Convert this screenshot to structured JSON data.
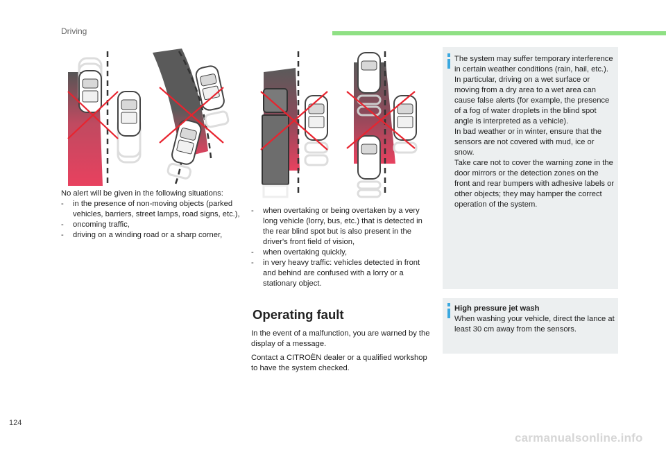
{
  "header": {
    "section": "Driving",
    "accent_color": "#8fe084"
  },
  "figures": {
    "fig1": {
      "illustration": "blind-spot-no-alert-situations"
    },
    "fig2": {
      "illustration": "blind-spot-overtaking-situations"
    },
    "colors": {
      "zone": "#e8415f",
      "road": "#5f5f5f",
      "cross": "#e8242f"
    }
  },
  "intro": {
    "lead": "No alert will be given in the following situations:",
    "items": [
      "in the presence of non-moving objects (parked vehicles, barriers, street lamps, road signs, etc.),",
      "oncoming traffic,",
      "driving on a winding road or a sharp corner,"
    ]
  },
  "more_items": [
    "when overtaking or being overtaken by a very long vehicle (lorry, bus, etc.) that is detected in the rear blind spot but is also present in the driver's front field of vision,",
    "when overtaking quickly,",
    "in very heavy traffic: vehicles detected in front and behind are confused with a lorry or a stationary object."
  ],
  "operating_fault": {
    "heading": "Operating fault",
    "p1": "In the event of a malfunction, you are warned by the display of a message.",
    "p2": "Contact a CITROËN dealer or a qualified workshop to have the system checked."
  },
  "note1": {
    "icon": "info-icon",
    "paragraphs": [
      "The system may suffer temporary interference in certain weather conditions (rain, hail, etc.).",
      "In particular, driving on a wet surface or moving from a dry area to a wet area can cause false alerts (for example, the presence of a fog of water droplets in the blind spot angle is interpreted as a vehicle).",
      "In bad weather or in winter, ensure that the sensors are not covered with mud, ice or snow.",
      "Take care not to cover the warning zone in the door mirrors or the detection zones on the front and rear bumpers with adhesive labels or other objects; they may hamper the correct operation of the system."
    ]
  },
  "note2": {
    "icon": "info-icon",
    "title": "High pressure jet wash",
    "text": "When washing your vehicle, direct the lance at least 30 cm away from the sensors."
  },
  "footer": {
    "page_number": "124",
    "watermark": "carmanualsonline.info"
  }
}
